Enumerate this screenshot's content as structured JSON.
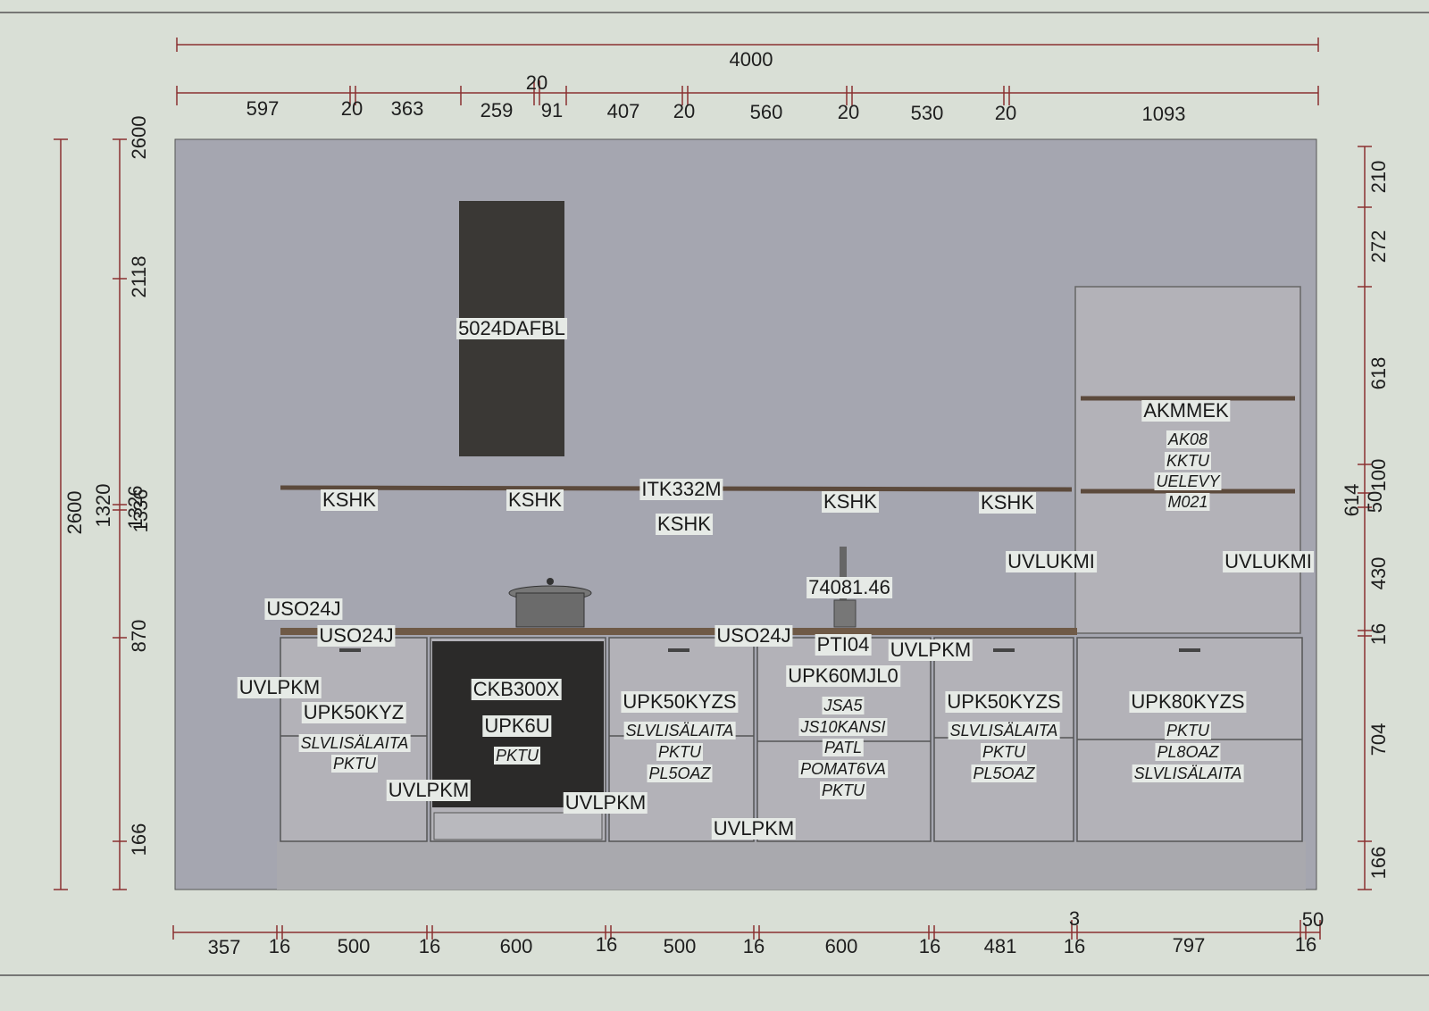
{
  "dimensions": {
    "top_total": "4000",
    "top_segments": [
      "597",
      "20",
      "363",
      "259",
      "20",
      "91",
      "407",
      "20",
      "560",
      "20",
      "530",
      "20",
      "1093"
    ],
    "bottom_segments": [
      "357",
      "16",
      "500",
      "16",
      "600",
      "16",
      "500",
      "16",
      "600",
      "16",
      "481",
      "3",
      "16",
      "797",
      "50",
      "16"
    ],
    "left_total": "2600",
    "left_heights": [
      "2600",
      "2118",
      "1320",
      "1326",
      "1336",
      "870",
      "166"
    ],
    "right_heights": [
      "210",
      "272",
      "618",
      "614",
      "100",
      "50",
      "430",
      "16",
      "704",
      "166"
    ]
  },
  "labels": {
    "hood": "5024DAFBL",
    "kshk": "KSHK",
    "itk": "ITK332M",
    "tap": "74081.46",
    "uso": "USO24J",
    "uvlpkm": "UVLPKM",
    "uvlukmi": "UVLUKMI",
    "pti": "PTI04",
    "akmmek": "AKMMEK",
    "ak08": "AK08",
    "kktu": "KKTU",
    "uelevy": "UELEVY",
    "m021": "M021",
    "upk50kyz": "UPK50KYZ",
    "slvlisalaita": "SLVLISÄLAITA",
    "pktu": "PKTU",
    "ckb": "CKB300X",
    "upk6u": "UPK6U",
    "upk50kyzs": "UPK50KYZS",
    "pl5oaz": "PL5OAZ",
    "upk60": "UPK60MJL0",
    "jsa5": "JSA5",
    "js10kansi": "JS10KANSI",
    "patl": "PATL",
    "pomat6va": "POMAT6VA",
    "upk80kyzs": "UPK80KYZS",
    "pl8oaz": "PL8OAZ"
  },
  "colors": {
    "paper": "#d9dfd6",
    "wall": "#a5a6b0",
    "cabinet": "#b3b2b8",
    "hood_panel": "#3a3835",
    "oven": "#2b2a29",
    "worktop": "#6f5a47",
    "dim_line": "#8a3030"
  }
}
